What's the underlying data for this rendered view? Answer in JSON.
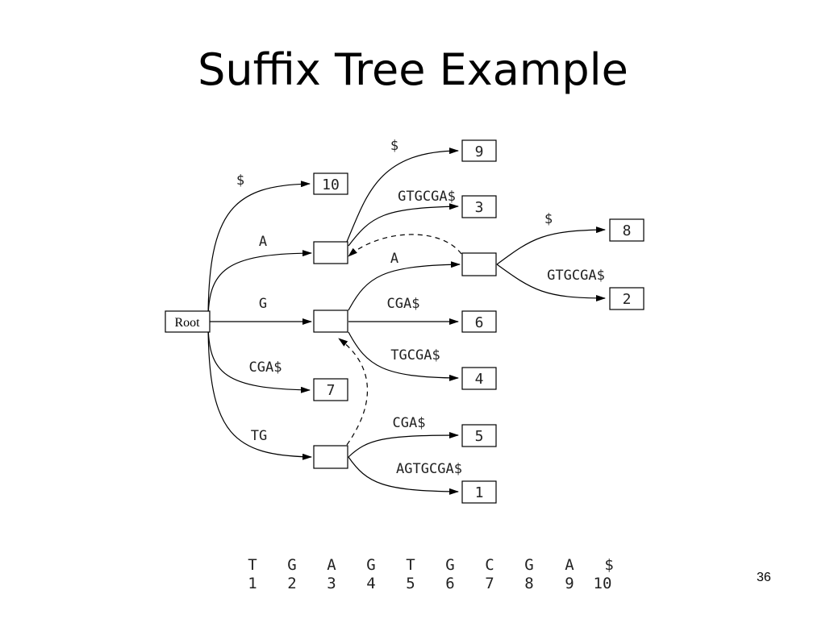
{
  "slide": {
    "title": "Suffix Tree Example",
    "page_number": "36"
  },
  "tree": {
    "root_label": "Root",
    "edge_labels": {
      "root_to_leaf10": "$",
      "root_to_A": "A",
      "root_to_G": "G",
      "root_to_leaf7": "CGA$",
      "root_to_TG": "TG",
      "A_to_leaf9": "$",
      "A_to_leaf3": "GTGCGA$",
      "G_to_GA": "A",
      "G_to_leaf6": "CGA$",
      "G_to_leaf4": "TGCGA$",
      "GA_to_leaf8": "$",
      "GA_to_leaf2": "GTGCGA$",
      "TG_to_leaf5": "CGA$",
      "TG_to_leaf1": "AGTGCGA$"
    },
    "leaves": {
      "leaf10": "10",
      "leaf9": "9",
      "leaf3": "3",
      "leaf8": "8",
      "leaf2": "2",
      "leaf6": "6",
      "leaf4": "4",
      "leaf7": "7",
      "leaf5": "5",
      "leaf1": "1"
    }
  },
  "sequence": {
    "characters": [
      "T",
      "G",
      "A",
      "G",
      "T",
      "G",
      "C",
      "G",
      "A",
      "$"
    ],
    "positions": [
      "1",
      "2",
      "3",
      "4",
      "5",
      "6",
      "7",
      "8",
      "9",
      "10"
    ]
  }
}
